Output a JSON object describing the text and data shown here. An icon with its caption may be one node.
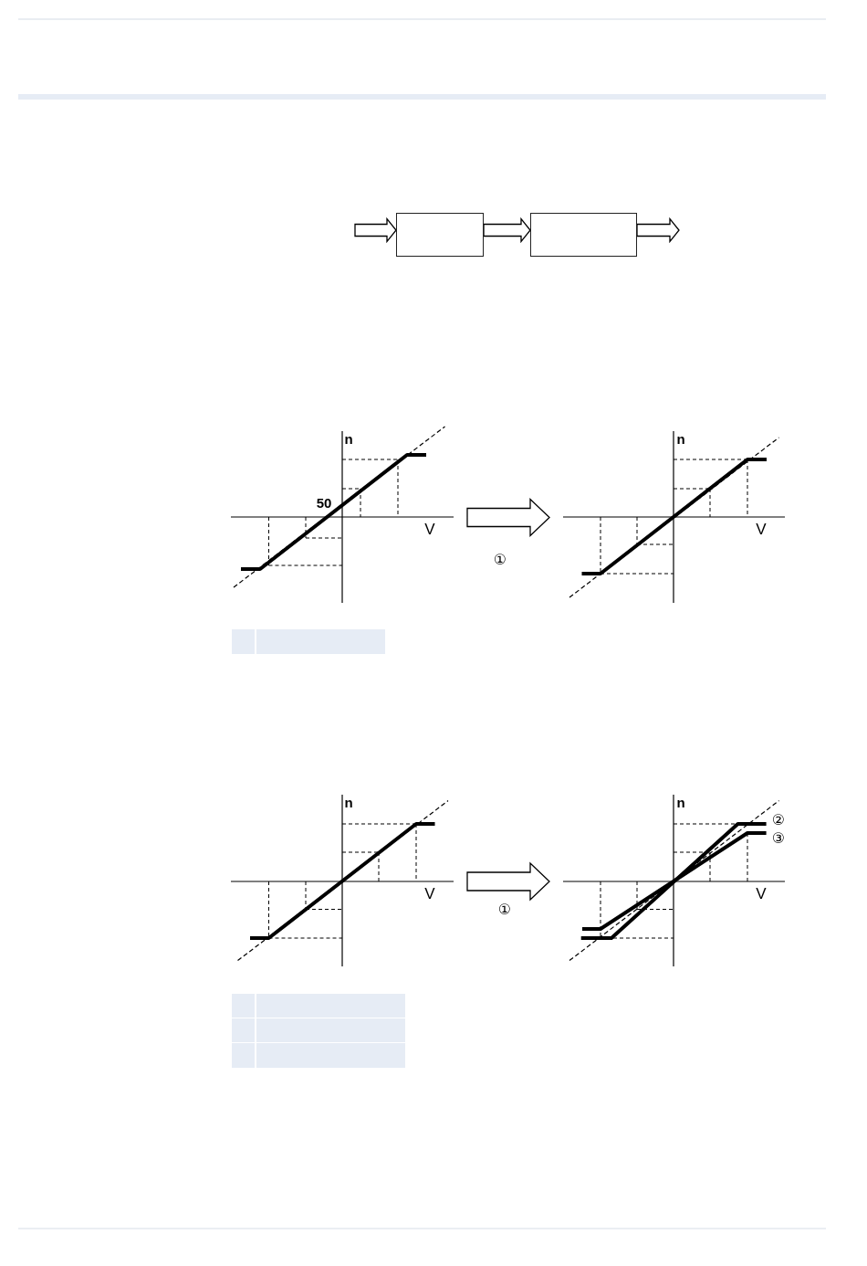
{
  "diagram": {
    "nodes": [
      {
        "text": [],
        "shape": "box"
      },
      {
        "text": [],
        "shape": "box"
      },
      {
        "text": [
          "n",
          "50",
          "V"
        ]
      },
      {
        "text": [
          "n",
          "V"
        ]
      },
      {
        "text": [
          "n",
          "V"
        ]
      },
      {
        "text": [
          "n",
          "②",
          "③",
          "V"
        ]
      }
    ],
    "edges": [
      {
        "from": null,
        "to": 0,
        "arrow": "to"
      },
      {
        "from": 0,
        "to": 1,
        "arrow": "to"
      },
      {
        "from": 1,
        "to": null,
        "arrow": "to"
      },
      {
        "from": 2,
        "to": 3,
        "arrow": "to",
        "label": "①"
      },
      {
        "from": 4,
        "to": 5,
        "arrow": "to",
        "label": "①"
      }
    ]
  }
}
